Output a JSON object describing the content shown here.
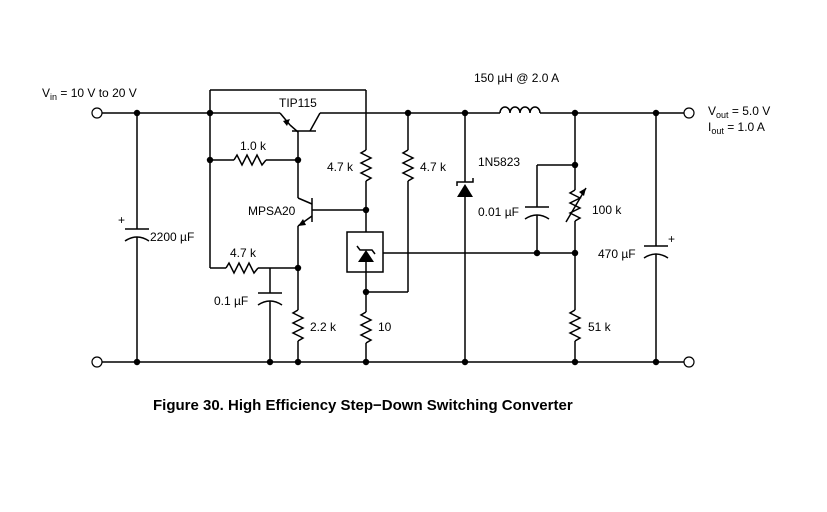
{
  "input": {
    "label": "V",
    "sub": "in",
    "value": " = 10 V to 20 V"
  },
  "output": {
    "voltage_label": "V",
    "voltage_sub": "out",
    "voltage_value": " = 5.0 V",
    "current_label": "I",
    "current_sub": "out",
    "current_value": " = 1.0 A"
  },
  "components": {
    "c_in": "2200 µF",
    "r_base": "1.0 k",
    "q1": "TIP115",
    "r_pullup": "4.7 k",
    "r_pullup2": "4.7 k",
    "q2": "MPSA20",
    "r_fb": "4.7 k",
    "c_fb": "0.1 µF",
    "r_emit": "2.2 k",
    "r_ref": "10",
    "inductor": "150 µH @ 2.0 A",
    "diode": "1N5823",
    "c_ff": "0.01 µF",
    "pot": "100 k",
    "c_out": "470 µF",
    "r_bottom": "51 k"
  },
  "caption": "Figure 30. High Efficiency Step−Down Switching Converter"
}
